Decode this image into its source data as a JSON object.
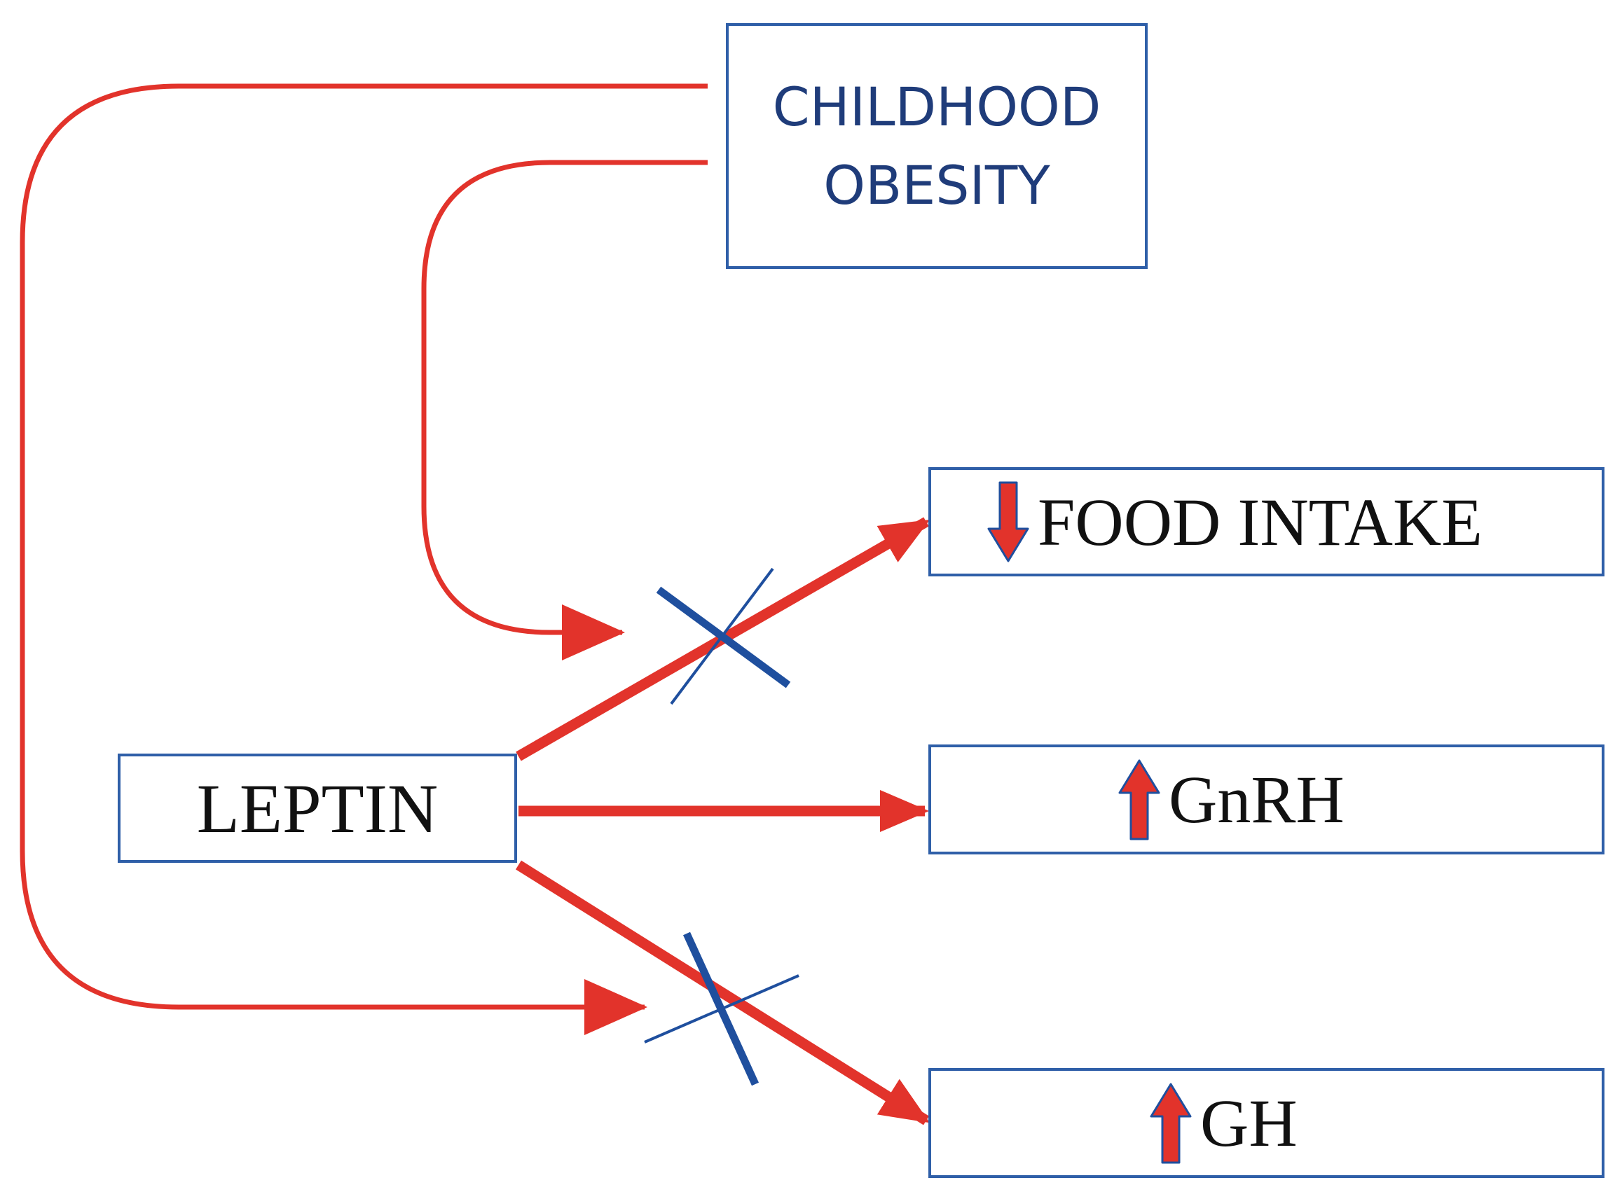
{
  "diagram": {
    "nodes": {
      "childhood_obesity": {
        "line1": "CHILDHOOD",
        "line2": "OBESITY"
      },
      "leptin": {
        "label": "LEPTIN"
      },
      "food_intake": {
        "label": "FOOD INTAKE",
        "indicator": "down-arrow-icon"
      },
      "gnrh": {
        "label": "GnRH",
        "indicator": "up-arrow-icon"
      },
      "gh": {
        "label": "GH",
        "indicator": "up-arrow-icon"
      }
    },
    "edges": [
      {
        "from": "leptin",
        "to": "food_intake",
        "blocked": true
      },
      {
        "from": "leptin",
        "to": "gnrh",
        "blocked": false
      },
      {
        "from": "leptin",
        "to": "gh",
        "blocked": true
      },
      {
        "from": "childhood_obesity",
        "to": "leptin_to_food_intake",
        "effect": "blocks"
      },
      {
        "from": "childhood_obesity",
        "to": "leptin_to_gh",
        "effect": "blocks"
      }
    ],
    "colors": {
      "arrow": "#e2332b",
      "box_border": "#2f5fa8",
      "block_mark": "#1f4f9e",
      "title_text": "#1f3c7a"
    }
  }
}
